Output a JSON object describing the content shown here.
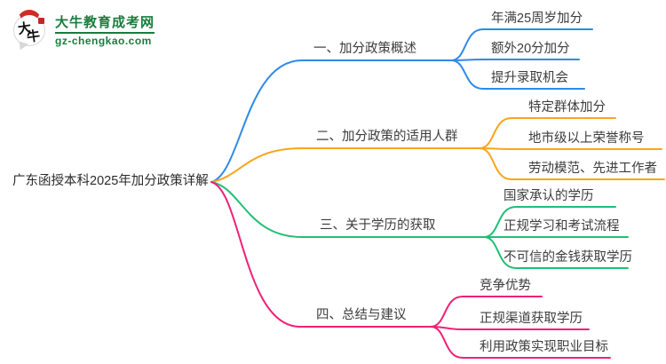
{
  "logo": {
    "icon_char_1": "大",
    "icon_char_2": "牛",
    "site_name": "大牛教育成考网",
    "site_url": "gz-chengkao.com",
    "brand_green": "#1a7c3d",
    "brand_red": "#cf2d24"
  },
  "mindmap": {
    "root": {
      "label": "广东函授本科2025年加分政策详解"
    },
    "branches": [
      {
        "label": "一、加分政策概述",
        "color": "#2e8ae6",
        "children": [
          "年满25周岁加分",
          "额外20分加分",
          "提升录取机会"
        ]
      },
      {
        "label": "二、加分政策的适用人群",
        "color": "#f8a51b",
        "children": [
          "特定群体加分",
          "地市级以上荣誉称号",
          "劳动模范、先进工作者"
        ]
      },
      {
        "label": "三、关于学历的获取",
        "color": "#22be77",
        "children": [
          "国家承认的学历",
          "正规学习和考试流程",
          "不可信的金钱获取学历"
        ]
      },
      {
        "label": "四、总结与建议",
        "color": "#ef2179",
        "children": [
          "竞争优势",
          "正规渠道获取学历",
          "利用政策实现职业目标"
        ]
      }
    ]
  }
}
